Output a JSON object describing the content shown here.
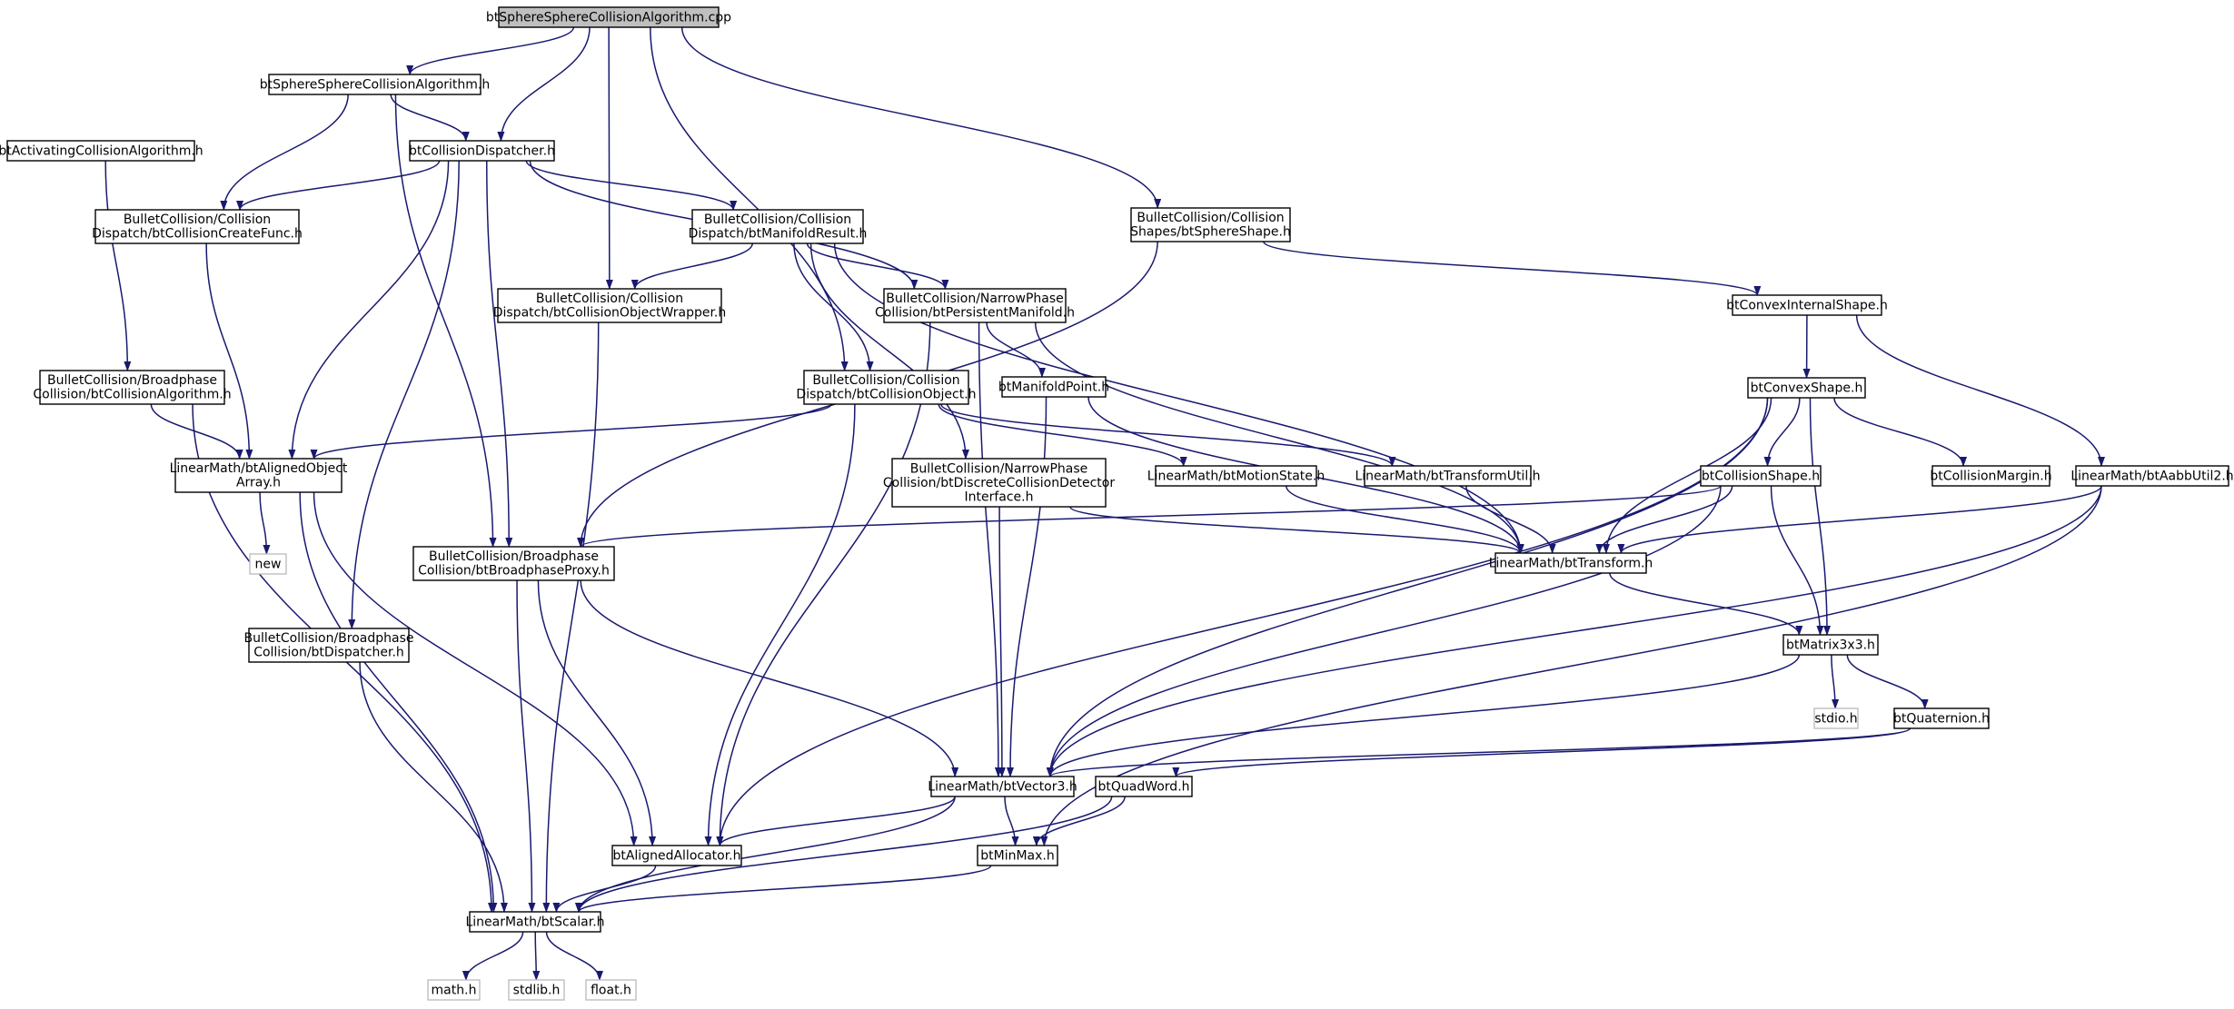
{
  "colors": {
    "edge": "#191970",
    "node_border": "#000000",
    "node_fill": "#ffffff",
    "root_fill": "#bfbfbf",
    "system_border": "#bfbfbf",
    "text": "#000000"
  },
  "nodes": [
    {
      "id": "n0",
      "lines": [
        "btSphereSphereCollisionAlgorithm.cpp"
      ],
      "kind": "root"
    },
    {
      "id": "n1",
      "lines": [
        "btSphereSphereCollisionAlgorithm.h"
      ],
      "kind": "normal"
    },
    {
      "id": "n2",
      "lines": [
        "btActivatingCollisionAlgorithm.h"
      ],
      "kind": "normal"
    },
    {
      "id": "n3",
      "lines": [
        "btCollisionDispatcher.h"
      ],
      "kind": "normal"
    },
    {
      "id": "n4",
      "lines": [
        "BulletCollision/Collision",
        "Dispatch/btCollisionCreateFunc.h"
      ],
      "kind": "normal"
    },
    {
      "id": "n5",
      "lines": [
        "BulletCollision/Collision",
        "Dispatch/btManifoldResult.h"
      ],
      "kind": "normal"
    },
    {
      "id": "n6",
      "lines": [
        "BulletCollision/Collision",
        "Dispatch/btCollisionObjectWrapper.h"
      ],
      "kind": "normal"
    },
    {
      "id": "n7",
      "lines": [
        "BulletCollision/NarrowPhase",
        "Collision/btPersistentManifold.h"
      ],
      "kind": "normal"
    },
    {
      "id": "n8",
      "lines": [
        "BulletCollision/Collision",
        "Shapes/btSphereShape.h"
      ],
      "kind": "normal"
    },
    {
      "id": "n9",
      "lines": [
        "btConvexInternalShape.h"
      ],
      "kind": "normal"
    },
    {
      "id": "n10",
      "lines": [
        "BulletCollision/Broadphase",
        "Collision/btCollisionAlgorithm.h"
      ],
      "kind": "normal"
    },
    {
      "id": "n11",
      "lines": [
        "btManifoldPoint.h"
      ],
      "kind": "normal"
    },
    {
      "id": "n12",
      "lines": [
        "BulletCollision/Collision",
        "Dispatch/btCollisionObject.h"
      ],
      "kind": "normal"
    },
    {
      "id": "n13",
      "lines": [
        "btConvexShape.h"
      ],
      "kind": "normal"
    },
    {
      "id": "n14",
      "lines": [
        "LinearMath/btAlignedObject",
        "Array.h"
      ],
      "kind": "normal"
    },
    {
      "id": "n15",
      "lines": [
        "BulletCollision/NarrowPhase",
        "Collision/btDiscreteCollisionDetector",
        "Interface.h"
      ],
      "kind": "normal"
    },
    {
      "id": "n16",
      "lines": [
        "LinearMath/btMotionState.h"
      ],
      "kind": "normal"
    },
    {
      "id": "n17",
      "lines": [
        "LinearMath/btTransformUtil.h"
      ],
      "kind": "normal"
    },
    {
      "id": "n18",
      "lines": [
        "btCollisionShape.h"
      ],
      "kind": "normal"
    },
    {
      "id": "n19",
      "lines": [
        "btCollisionMargin.h"
      ],
      "kind": "normal"
    },
    {
      "id": "n20",
      "lines": [
        "LinearMath/btAabbUtil2.h"
      ],
      "kind": "normal"
    },
    {
      "id": "n21",
      "lines": [
        "new"
      ],
      "kind": "system"
    },
    {
      "id": "n22",
      "lines": [
        "BulletCollision/Broadphase",
        "Collision/btBroadphaseProxy.h"
      ],
      "kind": "normal"
    },
    {
      "id": "n23",
      "lines": [
        "LinearMath/btTransform.h"
      ],
      "kind": "normal"
    },
    {
      "id": "n24",
      "lines": [
        "BulletCollision/Broadphase",
        "Collision/btDispatcher.h"
      ],
      "kind": "normal"
    },
    {
      "id": "n25",
      "lines": [
        "btMatrix3x3.h"
      ],
      "kind": "normal"
    },
    {
      "id": "n26",
      "lines": [
        "stdio.h"
      ],
      "kind": "system"
    },
    {
      "id": "n27",
      "lines": [
        "btQuaternion.h"
      ],
      "kind": "normal"
    },
    {
      "id": "n28",
      "lines": [
        "LinearMath/btVector3.h"
      ],
      "kind": "normal"
    },
    {
      "id": "n29",
      "lines": [
        "btQuadWord.h"
      ],
      "kind": "normal"
    },
    {
      "id": "n30",
      "lines": [
        "btAlignedAllocator.h"
      ],
      "kind": "normal"
    },
    {
      "id": "n31",
      "lines": [
        "btMinMax.h"
      ],
      "kind": "normal"
    },
    {
      "id": "n32",
      "lines": [
        "LinearMath/btScalar.h"
      ],
      "kind": "normal"
    },
    {
      "id": "n33",
      "lines": [
        "math.h"
      ],
      "kind": "system"
    },
    {
      "id": "n34",
      "lines": [
        "stdlib.h"
      ],
      "kind": "system"
    },
    {
      "id": "n35",
      "lines": [
        "float.h"
      ],
      "kind": "system"
    }
  ],
  "edges": [
    [
      "n0",
      "n1"
    ],
    [
      "n0",
      "n3"
    ],
    [
      "n0",
      "n6"
    ],
    [
      "n0",
      "n12"
    ],
    [
      "n0",
      "n8"
    ],
    [
      "n1",
      "n3"
    ],
    [
      "n1",
      "n4"
    ],
    [
      "n1",
      "n22"
    ],
    [
      "n2",
      "n10"
    ],
    [
      "n3",
      "n4"
    ],
    [
      "n3",
      "n5"
    ],
    [
      "n3",
      "n7"
    ],
    [
      "n3",
      "n14"
    ],
    [
      "n3",
      "n22"
    ],
    [
      "n3",
      "n24"
    ],
    [
      "n4",
      "n14"
    ],
    [
      "n5",
      "n6"
    ],
    [
      "n5",
      "n7"
    ],
    [
      "n5",
      "n12"
    ],
    [
      "n5",
      "n15"
    ],
    [
      "n5",
      "n23"
    ],
    [
      "n6",
      "n32"
    ],
    [
      "n7",
      "n11"
    ],
    [
      "n7",
      "n23"
    ],
    [
      "n7",
      "n28"
    ],
    [
      "n7",
      "n30"
    ],
    [
      "n8",
      "n9"
    ],
    [
      "n8",
      "n22"
    ],
    [
      "n9",
      "n13"
    ],
    [
      "n9",
      "n20"
    ],
    [
      "n10",
      "n14"
    ],
    [
      "n10",
      "n32"
    ],
    [
      "n11",
      "n28"
    ],
    [
      "n11",
      "n23"
    ],
    [
      "n12",
      "n14"
    ],
    [
      "n12",
      "n16"
    ],
    [
      "n12",
      "n17"
    ],
    [
      "n12",
      "n30"
    ],
    [
      "n13",
      "n18"
    ],
    [
      "n13",
      "n19"
    ],
    [
      "n13",
      "n23"
    ],
    [
      "n13",
      "n25"
    ],
    [
      "n13",
      "n28"
    ],
    [
      "n13",
      "n30"
    ],
    [
      "n14",
      "n21"
    ],
    [
      "n14",
      "n30"
    ],
    [
      "n14",
      "n32"
    ],
    [
      "n15",
      "n28"
    ],
    [
      "n15",
      "n23"
    ],
    [
      "n16",
      "n23"
    ],
    [
      "n17",
      "n23"
    ],
    [
      "n18",
      "n22"
    ],
    [
      "n18",
      "n23"
    ],
    [
      "n18",
      "n25"
    ],
    [
      "n18",
      "n28"
    ],
    [
      "n20",
      "n23"
    ],
    [
      "n20",
      "n28"
    ],
    [
      "n20",
      "n31"
    ],
    [
      "n22",
      "n28"
    ],
    [
      "n22",
      "n30"
    ],
    [
      "n22",
      "n32"
    ],
    [
      "n23",
      "n25"
    ],
    [
      "n24",
      "n32"
    ],
    [
      "n25",
      "n26"
    ],
    [
      "n25",
      "n27"
    ],
    [
      "n25",
      "n28"
    ],
    [
      "n27",
      "n28"
    ],
    [
      "n27",
      "n29"
    ],
    [
      "n28",
      "n30"
    ],
    [
      "n28",
      "n31"
    ],
    [
      "n28",
      "n32"
    ],
    [
      "n29",
      "n31"
    ],
    [
      "n29",
      "n32"
    ],
    [
      "n30",
      "n32"
    ],
    [
      "n31",
      "n32"
    ],
    [
      "n32",
      "n33"
    ],
    [
      "n32",
      "n34"
    ],
    [
      "n32",
      "n35"
    ]
  ]
}
